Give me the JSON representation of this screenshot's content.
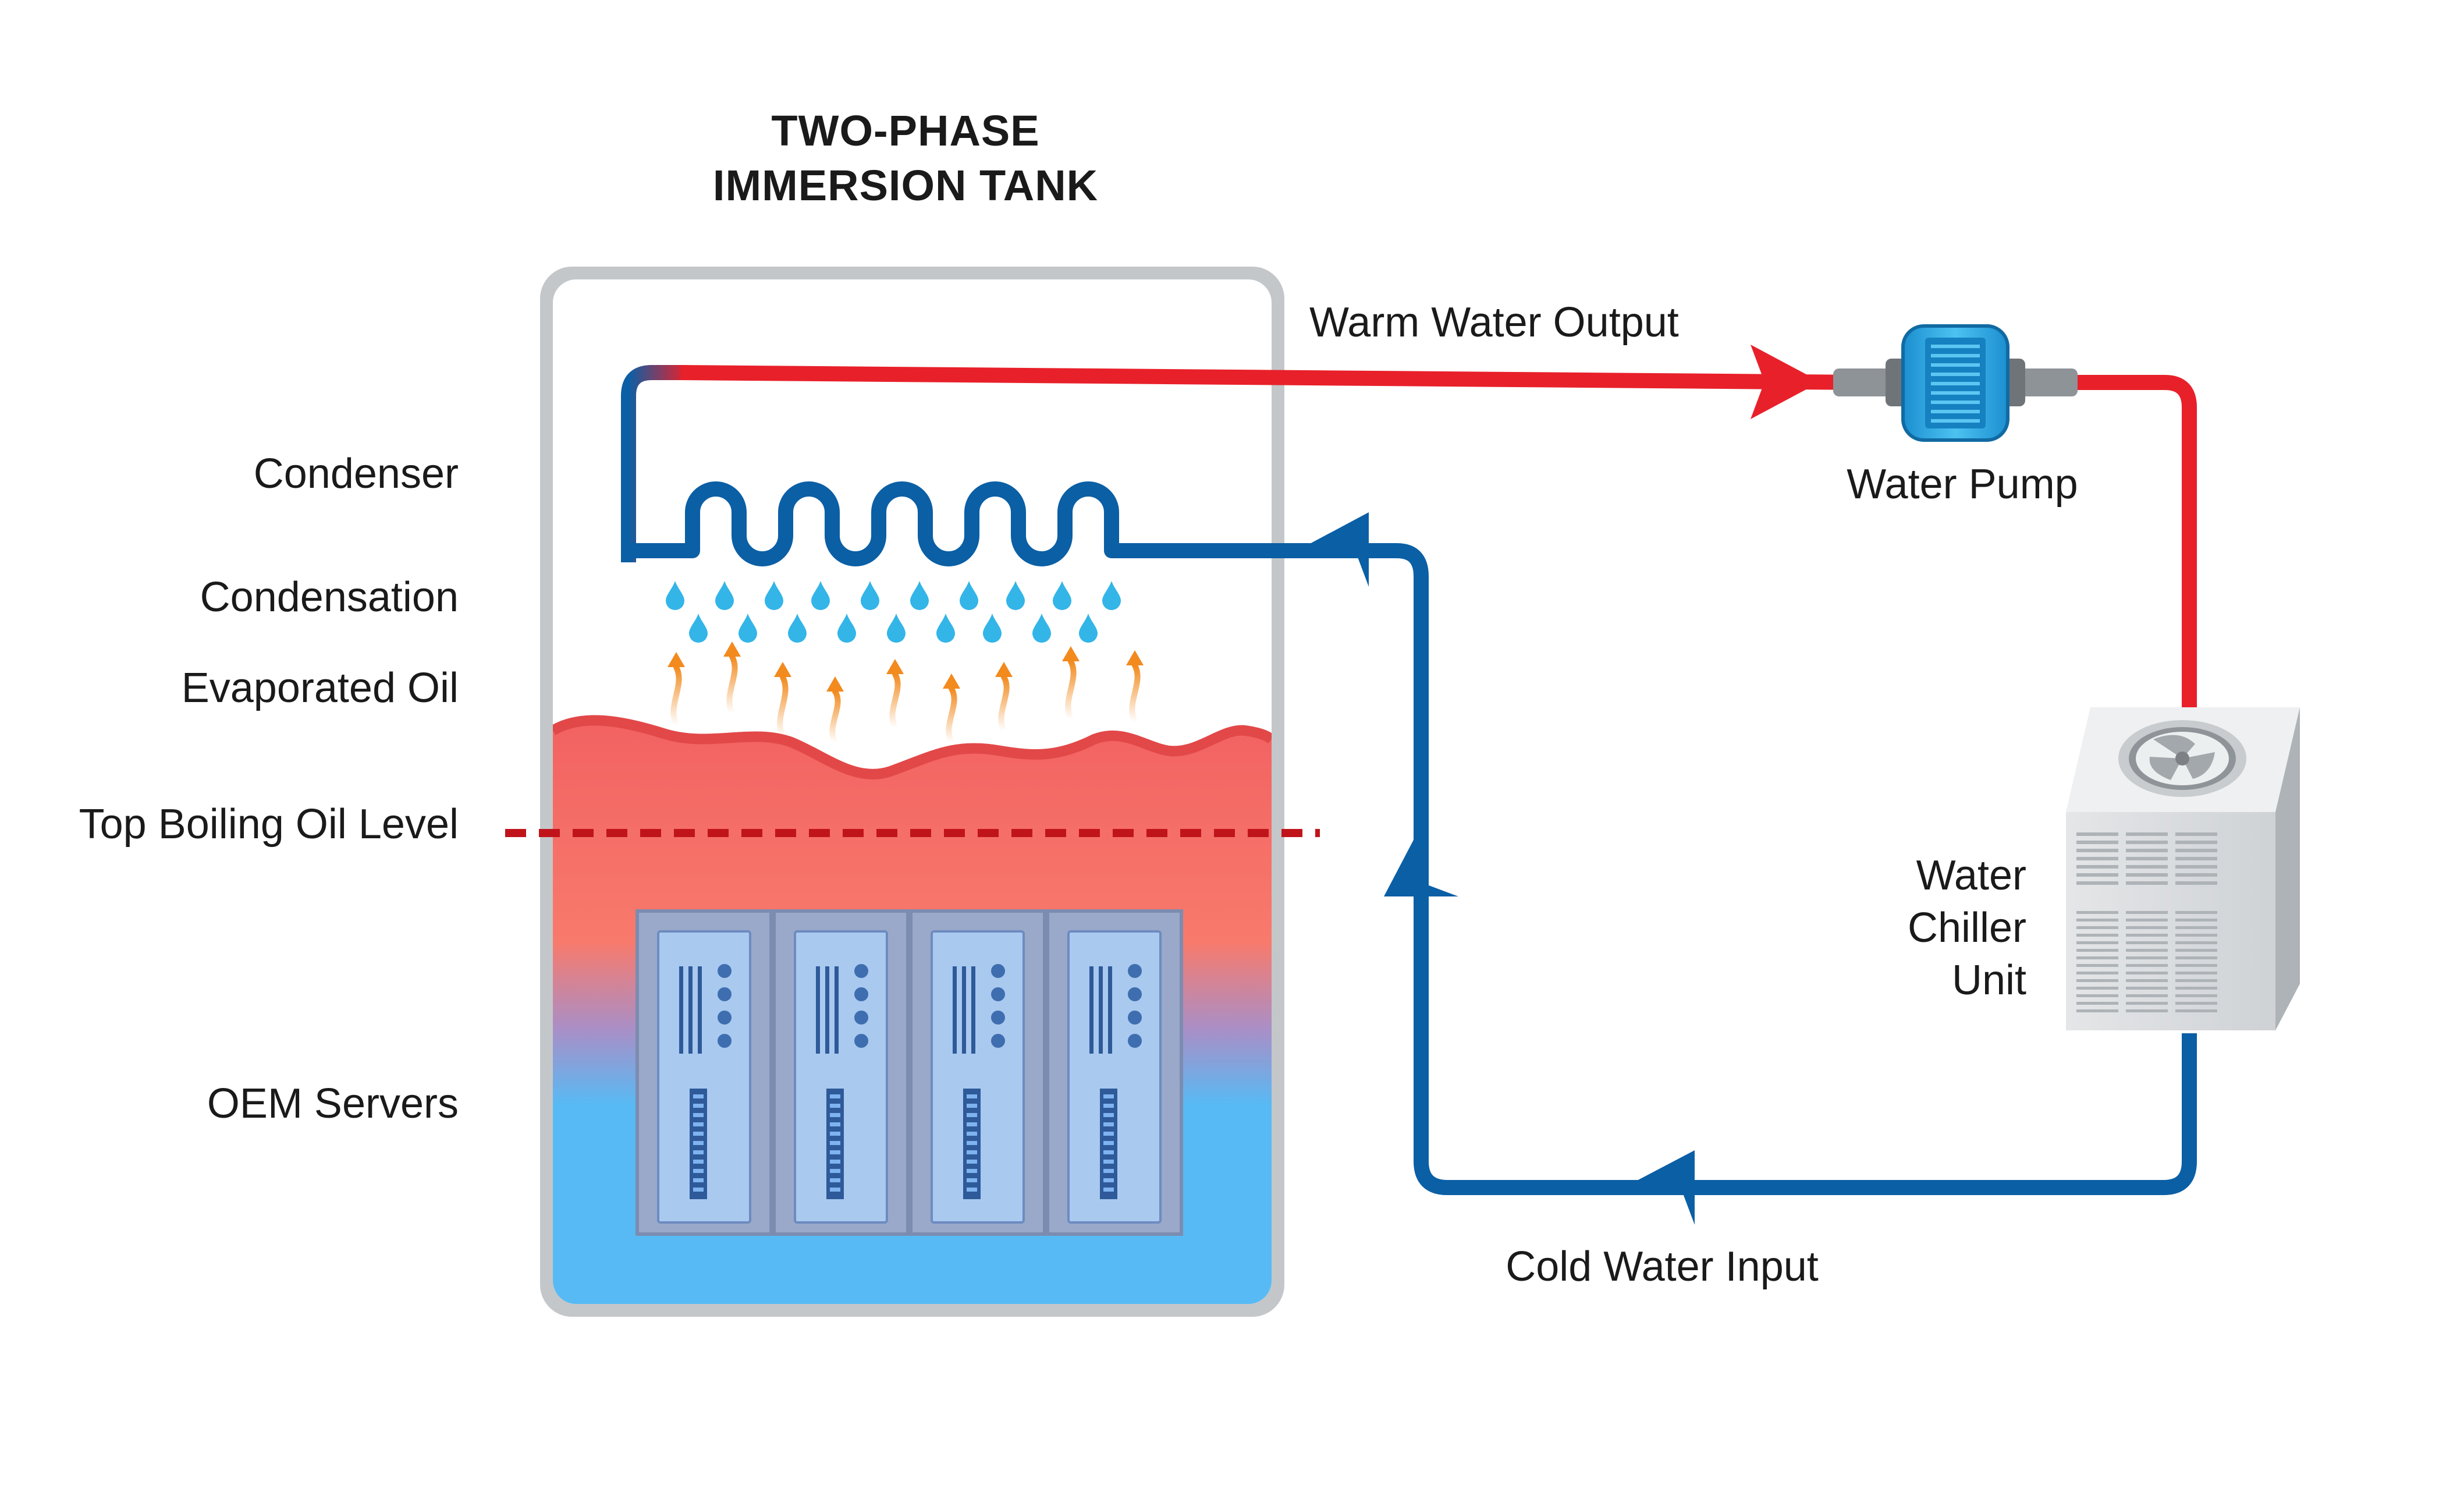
{
  "title": {
    "line1": "TWO-PHASE",
    "line2": "IMMERSION TANK"
  },
  "labels": {
    "condenser": "Condenser",
    "condensation": "Condensation",
    "evaporated_oil": "Evaporated Oil",
    "top_boiling_oil_level": "Top Boiling Oil Level",
    "oem_servers": "OEM Servers",
    "warm_water_output": "Warm Water Output",
    "water_pump": "Water Pump",
    "water_chiller_unit": [
      "Water",
      "Chiller",
      "Unit"
    ],
    "cold_water_input": "Cold Water Input"
  },
  "colors": {
    "warm_pipe": "#e8202a",
    "cold_pipe": "#0b5fa5",
    "tank_frame": "#c4c7ca",
    "boiling_oil": "#f56b6b",
    "cool_liquid": "#57baf4",
    "level_line": "#c0141b",
    "droplet": "#33b5e8",
    "vapor": "#f28a1e",
    "pump": "#2fa8e0",
    "chiller": "#d9dbdd"
  },
  "icons": [
    "condenser-coil-icon",
    "water-droplet-icon",
    "vapor-arrow-icon",
    "server-blade-icon",
    "water-pump-icon",
    "chiller-unit-icon",
    "fan-icon",
    "flow-arrow-icon"
  ]
}
